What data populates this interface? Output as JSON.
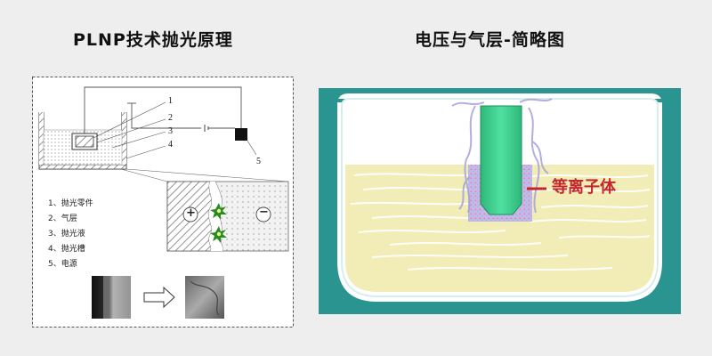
{
  "left_title": "PLNP技术抛光原理",
  "right_title": "电压与气层-简略图",
  "left_diagram": {
    "part_numbers": [
      "1",
      "2",
      "3",
      "4",
      "5"
    ],
    "legend": [
      "1、抛光零件",
      "2、气层",
      "3、抛光液",
      "4、抛光槽",
      "5、电源"
    ],
    "plus_sign": "+",
    "minus_sign": "−"
  },
  "right_diagram": {
    "plasma_label": "等离子体"
  },
  "colors": {
    "tank": "#2a9490",
    "liquid": "#f2ecb6",
    "part": "#3dd18e",
    "plasma_label": "#c1272d"
  }
}
